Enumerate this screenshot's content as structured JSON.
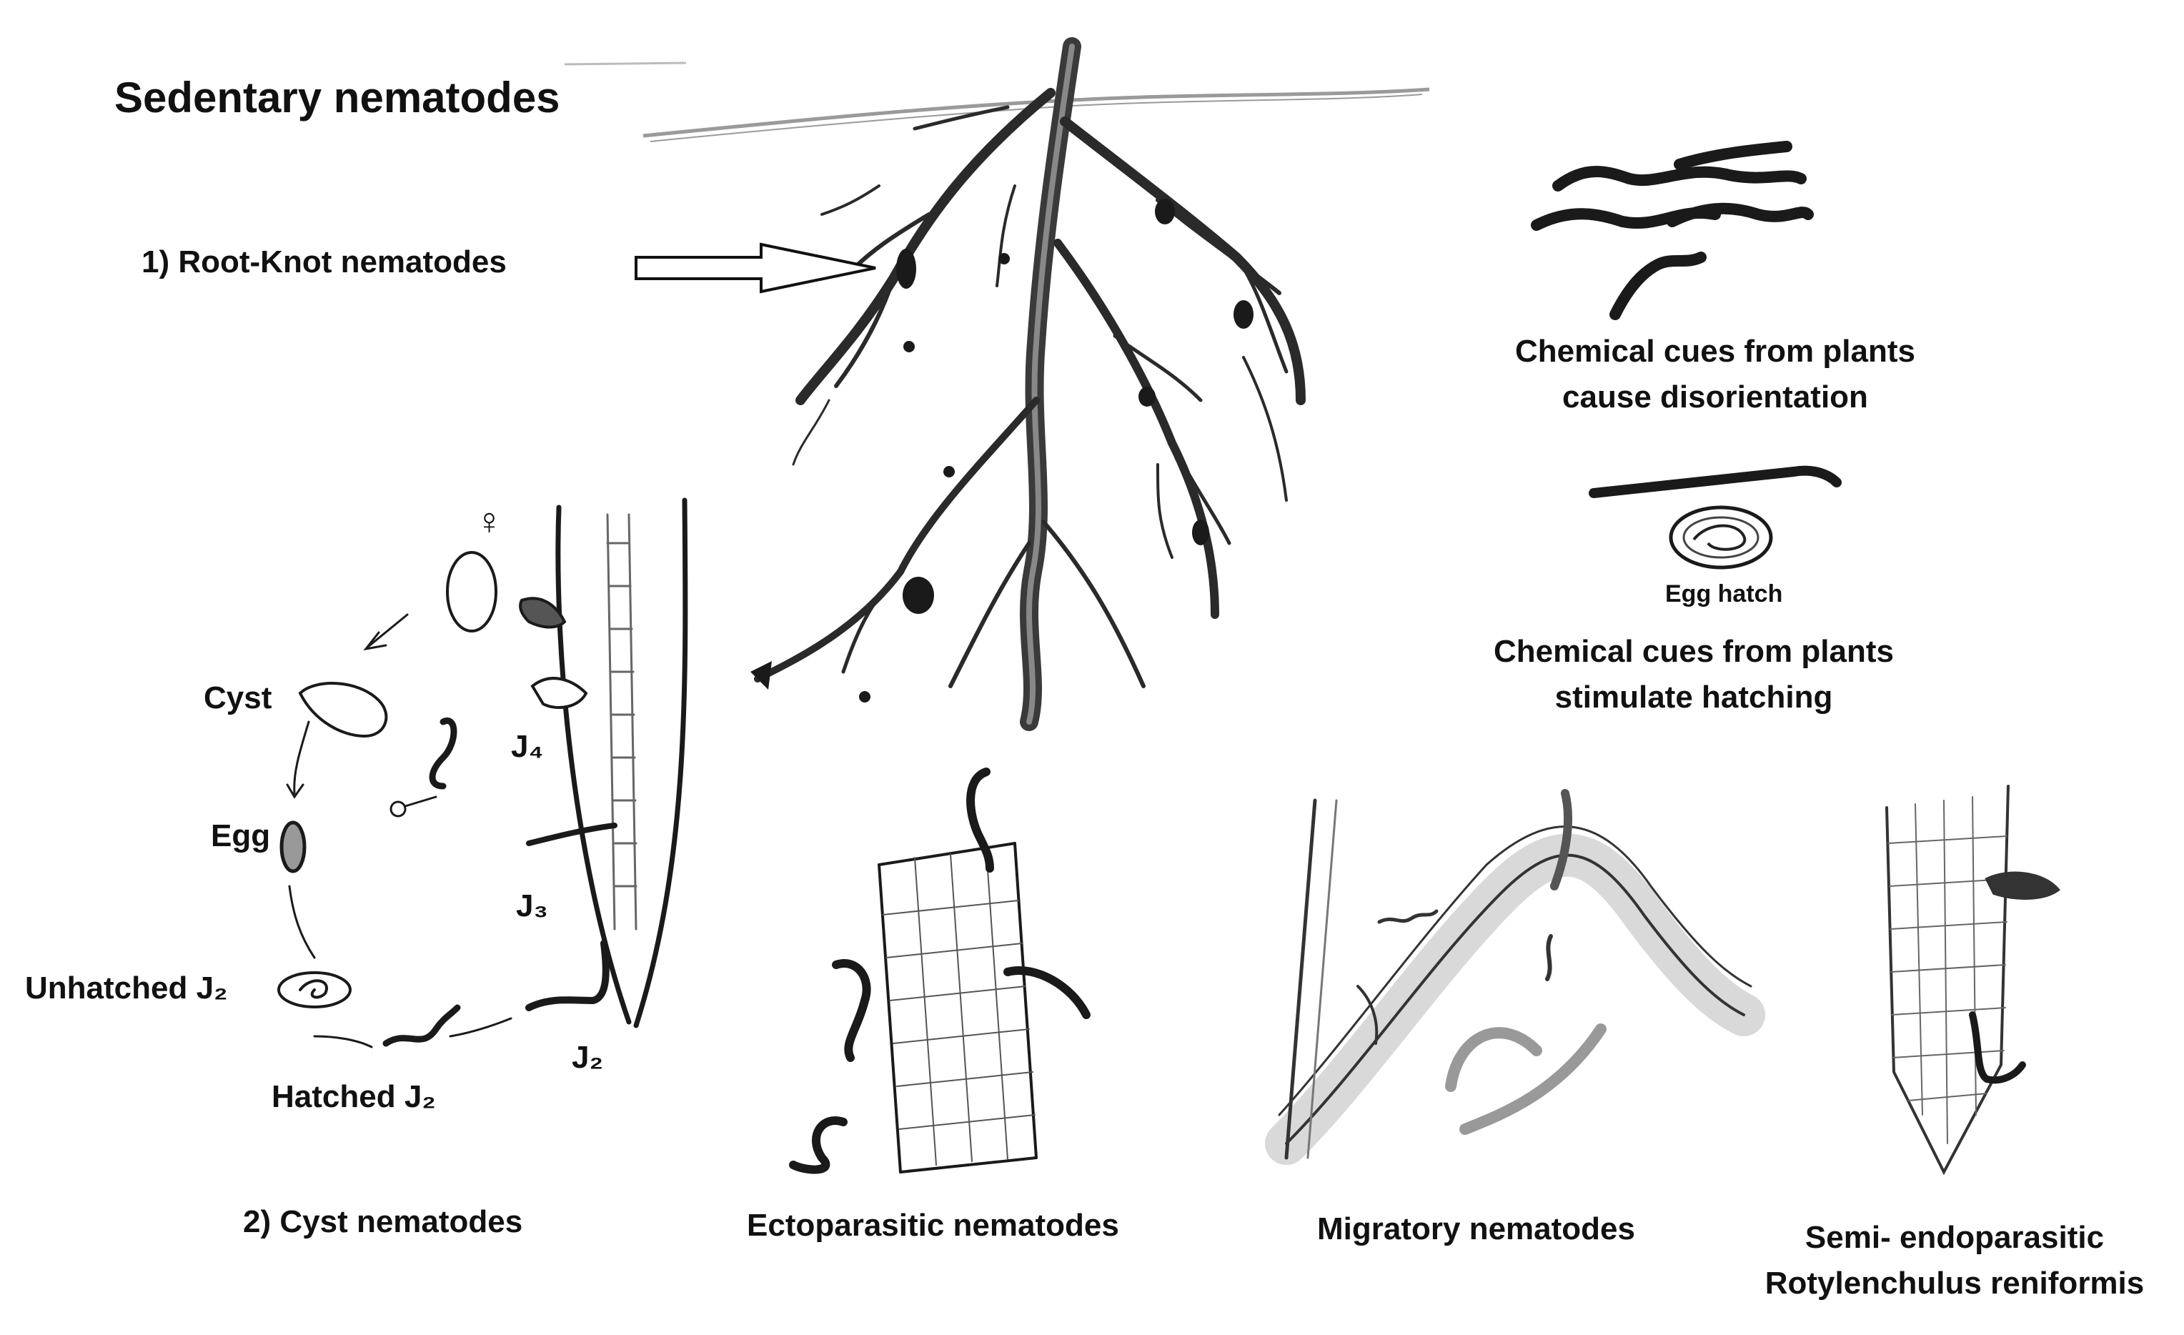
{
  "title": "Sedentary nematodes",
  "labels": {
    "root_knot": "1) Root-Knot nematodes",
    "chemical_disorientation_line1": "Chemical cues from plants",
    "chemical_disorientation_line2": "cause disorientation",
    "egg_hatch": "Egg hatch",
    "chemical_hatching_line1": "Chemical cues from plants",
    "chemical_hatching_line2": "stimulate hatching",
    "female_symbol": "♀",
    "male_symbol": "♂",
    "cyst": "Cyst",
    "egg": "Egg",
    "unhatched_j2": "Unhatched J₂",
    "hatched_j2": "Hatched J₂",
    "j2": "J₂",
    "j3": "J₃",
    "j4": "J₄",
    "cyst_nematodes": "2) Cyst nematodes",
    "ectoparasitic": "Ectoparasitic nematodes",
    "migratory": "Migratory nematodes",
    "semi_endoparasitic_line1": "Semi- endoparasitic",
    "semi_endoparasitic_line2": "Rotylenchulus reniformis"
  },
  "colors": {
    "ink": "#111111",
    "root": "#2a2a2a",
    "soil": "#9a9a9a",
    "background": "#ffffff"
  }
}
